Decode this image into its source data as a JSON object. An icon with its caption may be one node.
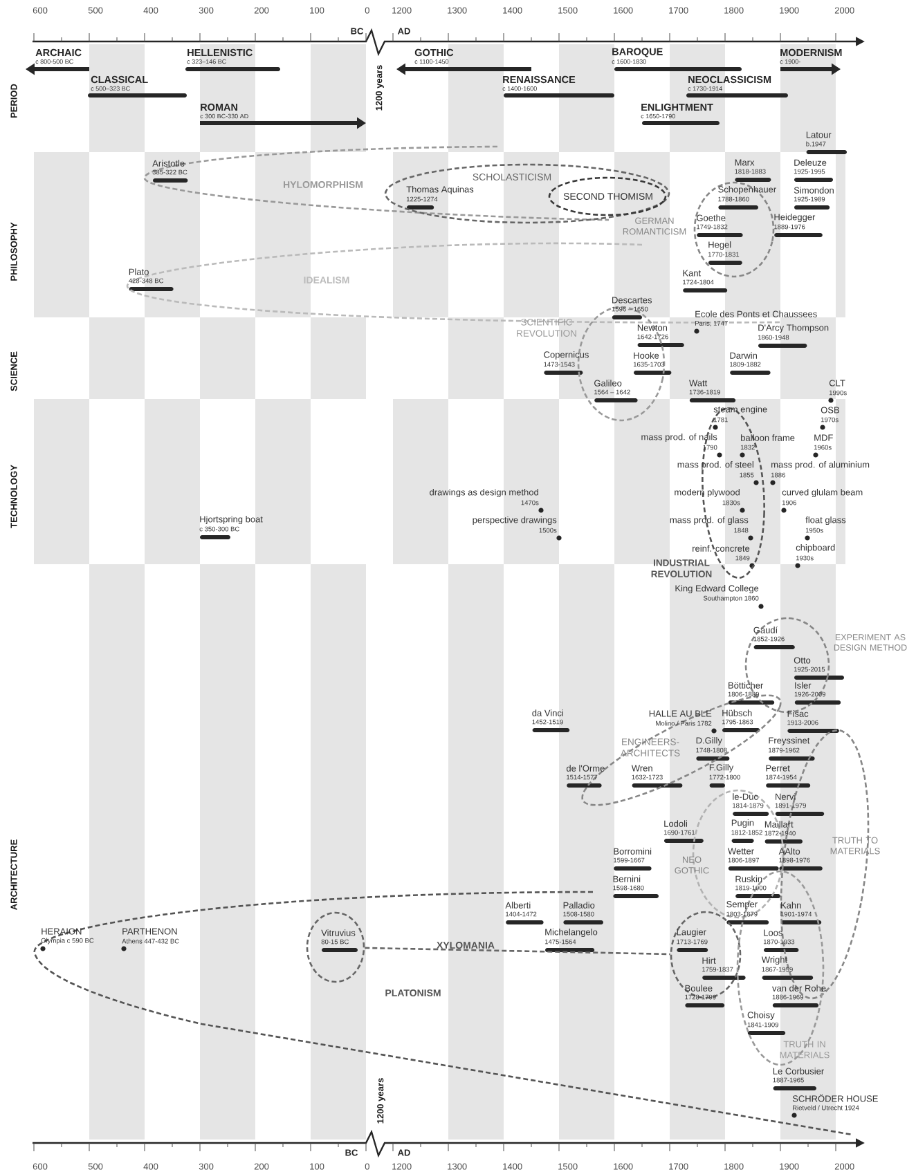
{
  "diagram": {
    "nodes": [
      {
        "text": [
          "HYLOMORPHISM"
        ]
      },
      {
        "text": [
          "SCHOLASTICISM"
        ]
      },
      {
        "text": [
          "SECOND THOMISM"
        ],
        "in": 1
      },
      {
        "text": [
          "GERMAN ROMANTICISM"
        ]
      },
      {
        "text": [
          "IDEALISM"
        ]
      },
      {
        "text": [
          "SCIENTIFIC REVOLUTION"
        ]
      },
      {
        "text": [
          "INDUSTRIAL REVOLUTION"
        ]
      },
      {
        "text": [
          "EXPERIMENT AS DESIGN METHOD"
        ]
      },
      {
        "text": [
          "ENGINEERS-ARCHITECTS"
        ]
      },
      {
        "text": [
          "NEO GOTHIC"
        ]
      },
      {
        "text": [
          "TRUTH TO MATERIALS"
        ]
      },
      {
        "text": [
          "PLATONISM"
        ]
      },
      {
        "text": [],
        "shape": "ellipse",
        "in": 11
      },
      {
        "text": [],
        "shape": "ellipse",
        "in": 11
      },
      {
        "text": [
          "TRUTH IN MATERIALS"
        ],
        "in": 11
      }
    ],
    "edges": [
      {
        "from": 12,
        "to": 13,
        "arrow": "none",
        "style": "dashed",
        "label": "XYLOMANIA"
      }
    ],
    "labels": [
      "600",
      "500",
      "400",
      "300",
      "200",
      "100",
      "0",
      "1200",
      "1300",
      "1400",
      "1500",
      "1600",
      "1700",
      "1800",
      "1900",
      "2000",
      "BC",
      "AD",
      "PERIOD",
      "ARCHAIC",
      "c 800-500 BC",
      "HELLENISTIC",
      "c 323–146 BC",
      "GOTHIC",
      "c 1100-1450",
      "BAROQUE",
      "c 1600-1830",
      "MODERNISM",
      "c 1900-",
      "CLASSICAL",
      "c 500–323 BC",
      "RENAISSANCE",
      "c 1400-1600",
      "NEOCLASSICISM",
      "c 1730-1914",
      "ROMAN",
      "c 300 BC-330 AD",
      "ENLIGHTMENT",
      "c 1650-1790",
      "1200 years",
      "Latour",
      "b.1947",
      "Aristotle",
      "385-322 BC",
      "Marx",
      "1818-1883",
      "Deleuze",
      "1925-1995",
      "Thomas Aquinas",
      "1225-1274",
      "Schopenhauer",
      "1788-1860",
      "Simondon",
      "1925-1989",
      "Goethe",
      "1749-1832",
      "Heidegger",
      "1889-1976",
      "Hegel",
      "1770-1831",
      "PHILOSOPHY",
      "Plato",
      "428-348 BC",
      "Kant",
      "1724-1804",
      "Descartes",
      "1596 – 1650",
      "Ecole des Ponts et Chaussees",
      "Paris, 1747",
      "Newton",
      "1642-1726",
      "D'Arcy Thompson",
      "1860-1948",
      "SCIENCE",
      "Copernicus",
      "1473-1543",
      "Hooke",
      "1635-1703",
      "Darwin",
      "1809-1882",
      "Galileo",
      "1564 – 1642",
      "Watt",
      "1736-1819",
      "CLT",
      "1990s",
      "steam engine",
      "1781",
      "OSB",
      "1970s",
      "mass prod. of nails",
      "1790",
      "balloon frame",
      "1832",
      "MDF",
      "1960s",
      "mass prod. of steel",
      "1855",
      "mass prod. of aluminium",
      "1886",
      "drawings as design method",
      "1470s",
      "modern plywood",
      "1830s",
      "curved glulam beam",
      "1906",
      "TECHNOLOGY",
      "Hjortspring boat",
      "c 350-300 BC",
      "perspective drawings",
      "1500s",
      "mass prod. of glass",
      "1848",
      "float glass",
      "1950s",
      "reinf. concrete",
      "1849",
      "chipboard",
      "1930s",
      "King Edward College",
      "Southampton 1860",
      "Gaudí",
      "1852-1926",
      "Otto",
      "1925-2015",
      "Bötticher",
      "1806-1889",
      "Isler",
      "1926-2009",
      "da Vinci",
      "1452-1519",
      "HALLE AU BLE",
      "Molino / Paris 1782",
      "Hübsch",
      "1795-1863",
      "Fisac",
      "1913-2006",
      "D.Gilly",
      "1748-1808",
      "Freyssinet",
      "1879-1962",
      "de l'Orme",
      "1514-1577",
      "Wren",
      "1632-1723",
      "F.Gilly",
      "1772-1800",
      "Perret",
      "1874-1954",
      "le-Duc",
      "1814-1879",
      "Nervi",
      "1891-1979",
      "Lodoli",
      "1690-1761",
      "Pugin",
      "1812-1852",
      "Maillart",
      "1872-1940",
      "Borromini",
      "1599-1667",
      "Wetter",
      "1806-1897",
      "AAlto",
      "1898-1976",
      "ARCHITECTURE",
      "Bernini",
      "1598-1680",
      "Ruskin",
      "1819-1900",
      "Alberti",
      "1404-1472",
      "Palladio",
      "1508-1580",
      "Semper",
      "1803-1879",
      "Kahn",
      "1901-1974",
      "HERAION",
      "Olympia c 590 BC",
      "PARTHENON",
      "Athens 447-432 BC",
      "Vitruvius",
      "80-15 BC",
      "Michelangelo",
      "1475-1564",
      "Laugier",
      "1713-1769",
      "Loos",
      "1870-1933",
      "Hirt",
      "1759-1837",
      "Wright",
      "1867-1959",
      "Boulee",
      "1728-1799",
      "van der Rohe",
      "1886-1969",
      "Choisy",
      "1841-1909",
      "Le Corbusier",
      "1887-1965",
      "SCHRÖDER HOUSE",
      "Rietveld / Utrecht 1924",
      "1200 years",
      "BC",
      "AD",
      "600",
      "500",
      "400",
      "300",
      "200",
      "100",
      "0",
      "1200",
      "1300",
      "1400",
      "1500",
      "1600",
      "1700",
      "1800",
      "1900",
      "2000"
    ]
  }
}
